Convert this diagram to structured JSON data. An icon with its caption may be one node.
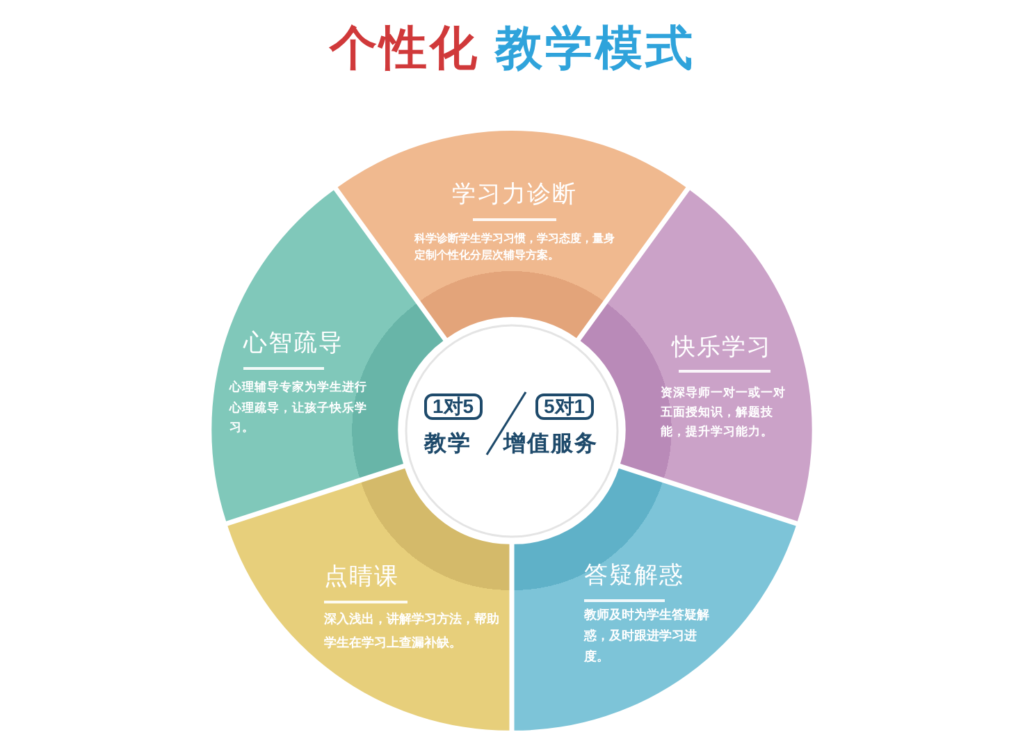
{
  "diagram": {
    "title": "个性化 教学模式",
    "nodes": [
      {
        "text": [
          "学习力诊断",
          "科学诊断学生学习习惯，学习态度，量身定制个性化分层次辅导方案。"
        ]
      },
      {
        "text": [
          "心智疏导",
          "心理辅导专家为学生进行心理疏导，让孩子快乐学习。"
        ]
      },
      {
        "text": [
          "快乐学习",
          "资深导师一对一或一对五面授知识，解题技能，提升学习能力。"
        ]
      },
      {
        "text": [
          "1对5",
          "教学",
          "5对1",
          "增值服务"
        ]
      },
      {
        "text": [
          "点睛课",
          "深入浅出，讲解学习方法，帮助学生在学习上查漏补缺。"
        ]
      },
      {
        "text": [
          "答疑解惑",
          "教师及时为学生答疑解惑，及时跟进学习进度。"
        ]
      }
    ]
  }
}
